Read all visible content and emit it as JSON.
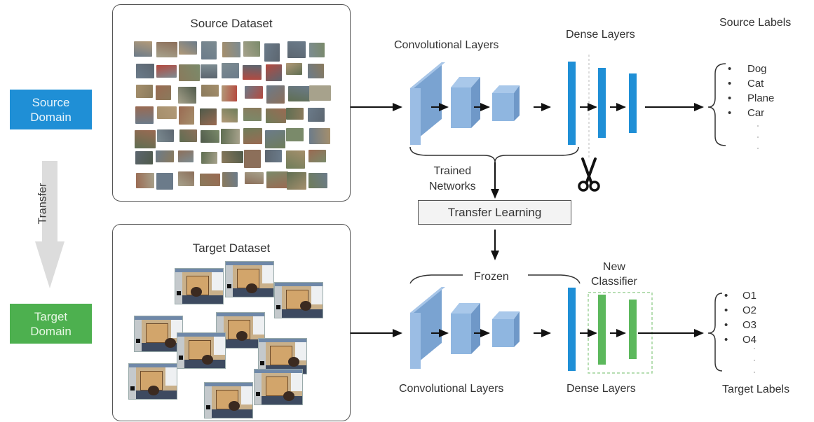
{
  "domains": {
    "source": {
      "line1": "Source",
      "line2": "Domain",
      "color": "#1f8fd6"
    },
    "target": {
      "line1": "Target",
      "line2": "Domain",
      "color": "#4db04f"
    },
    "transfer_arrow_label": "Transfer"
  },
  "source_dataset": {
    "title": "Source Dataset",
    "thumbnail_rows": 7,
    "thumbnail_cols": 9
  },
  "target_dataset": {
    "title": "Target Dataset",
    "thumbnail_count": 10
  },
  "top_network": {
    "conv_label": "Convolutional Layers",
    "dense_label": "Dense Layers",
    "brace_label_line1": "Trained",
    "brace_label_line2": "Networks",
    "cut_icon": "scissors-icon",
    "layer_color": "#1f8fd6",
    "conv_color": "#8fb6e0"
  },
  "transfer_learning": {
    "label": "Transfer Learning"
  },
  "bottom_network": {
    "frozen_label": "Frozen",
    "new_classifier_line1": "New",
    "new_classifier_line2": "Classifier",
    "conv_label": "Convolutional Layers",
    "dense_label": "Dense Layers",
    "classifier_color": "#5cb85c"
  },
  "source_labels": {
    "title": "Source Labels",
    "items": [
      "Dog",
      "Cat",
      "Plane",
      "Car"
    ]
  },
  "target_labels": {
    "title": "Target Labels",
    "items": [
      "O1",
      "O2",
      "O3",
      "O4"
    ]
  }
}
